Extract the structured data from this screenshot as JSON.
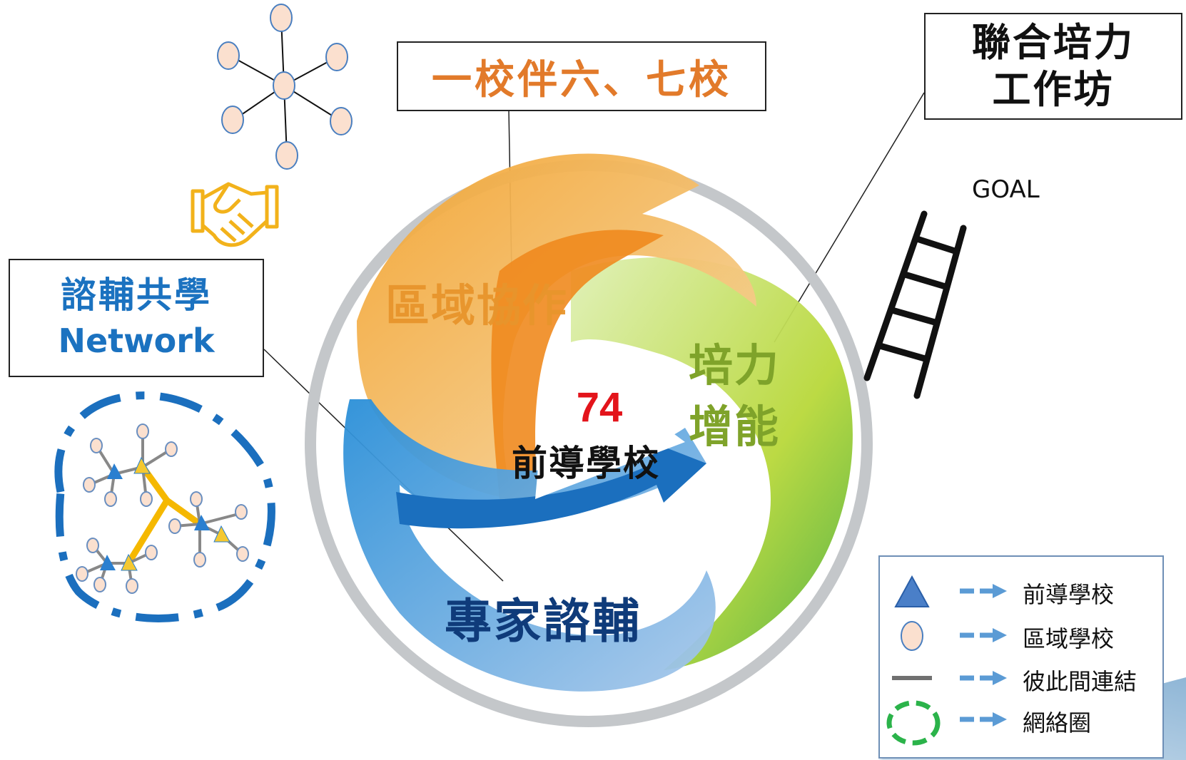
{
  "boxes": {
    "one_school": "一校伴六、七校",
    "workshop_line1": "聯合培力",
    "workshop_line2": "工作坊",
    "network_line1": "諮輔共學",
    "network_line2": "Network"
  },
  "goal": "GOAL",
  "circle": {
    "regional": "區域協作",
    "empower_line1": "培力",
    "empower_line2": "增能",
    "expert": "專家諮輔",
    "count": "74",
    "lead_school": "前導學校"
  },
  "legend": [
    {
      "icon": "triangle-icon",
      "label": "前導學校"
    },
    {
      "icon": "circle-node-icon",
      "label": "區域學校"
    },
    {
      "icon": "line-link-icon",
      "label": "彼此間連結"
    },
    {
      "icon": "dashed-ring-icon",
      "label": "網絡圈"
    }
  ],
  "colors": {
    "orange": "#e8952c",
    "green": "#9cc42a",
    "blue": "#1b72c0",
    "red": "#e3141b",
    "node": "#fbe0cf"
  }
}
